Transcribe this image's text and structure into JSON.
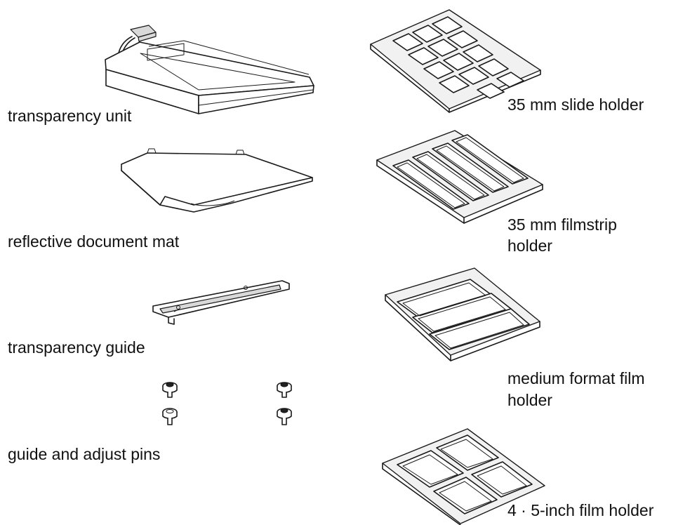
{
  "labels": {
    "transparency_unit": "transparency unit",
    "reflective_mat": "reflective document mat",
    "transparency_guide": "transparency guide",
    "pins": "guide and adjust pins",
    "slide_holder": "35 mm slide holder",
    "filmstrip_holder": [
      "35 mm filmstrip",
      "holder"
    ],
    "medium_format_holder": [
      "medium format film",
      "holder"
    ],
    "four_by_five_holder": "4 ·  5-inch film holder"
  }
}
